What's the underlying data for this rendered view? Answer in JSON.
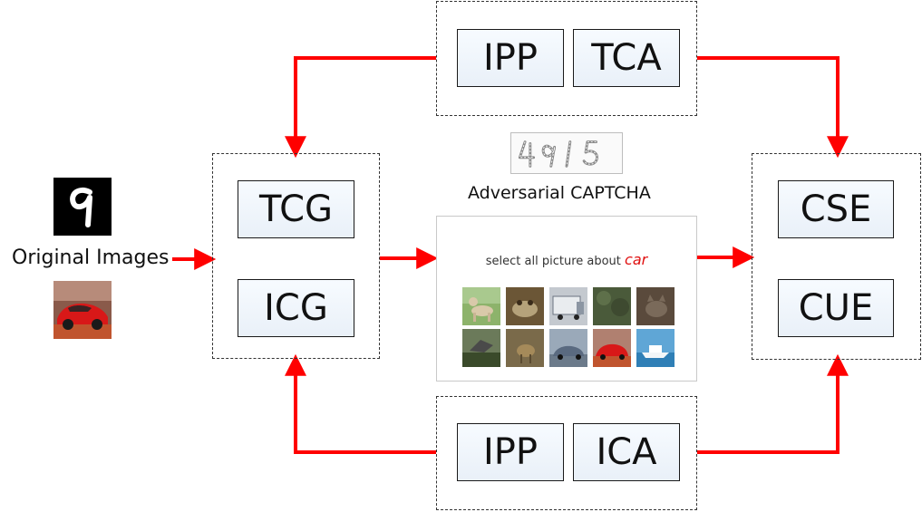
{
  "labels": {
    "original_images": "Original Images",
    "adversarial_captcha": "Adversarial CAPTCHA",
    "prompt_prefix": "select all picture about ",
    "prompt_keyword": "car"
  },
  "boxes": {
    "top_left": "IPP",
    "top_right": "TCA",
    "bottom_left": "IPP",
    "bottom_right": "ICA",
    "left_top": "TCG",
    "left_bottom": "ICG",
    "right_top": "CSE",
    "right_bottom": "CUE"
  },
  "icons": {
    "mnist_digit": "mnist-digit-9-icon",
    "text_captcha": "handwritten-digits-captcha-icon",
    "car_photo": "red-car-photo-icon"
  },
  "colors": {
    "arrow": "#ff0000",
    "keyword": "#e01010"
  }
}
